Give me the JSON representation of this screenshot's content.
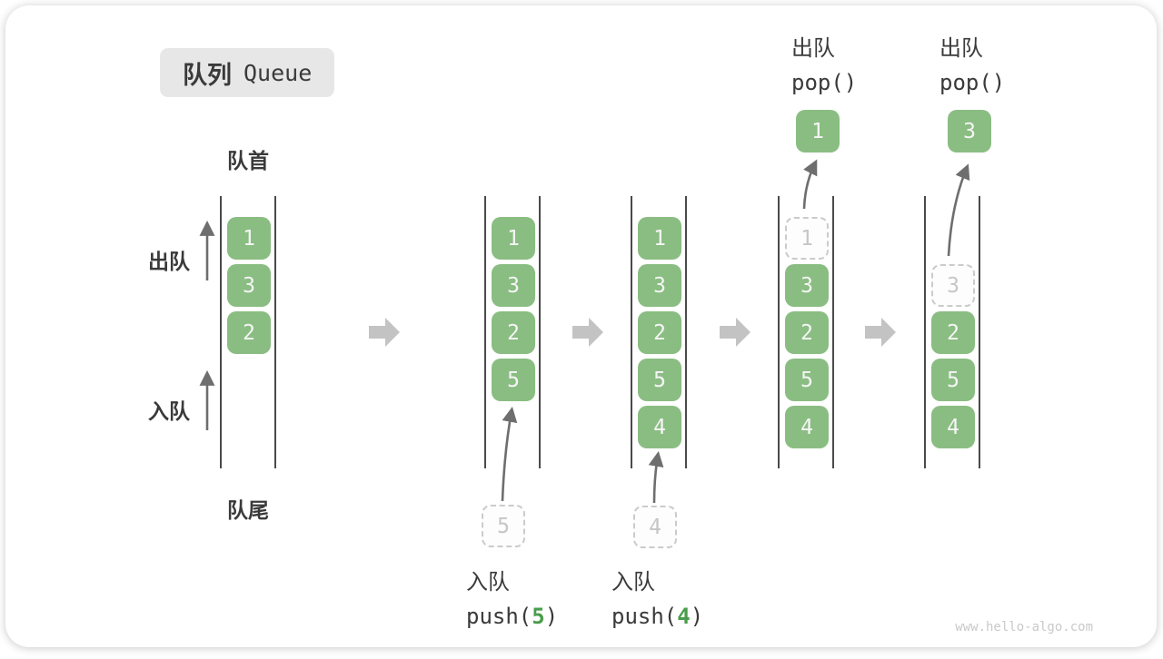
{
  "title": {
    "zh": "队列",
    "en": "Queue"
  },
  "labels": {
    "front": "队首",
    "rear": "队尾",
    "dequeue_side": "出队",
    "enqueue_side": "入队"
  },
  "columns": [
    {
      "boxes": [
        {
          "value": "1"
        },
        {
          "value": "3"
        },
        {
          "value": "2"
        }
      ]
    },
    {
      "boxes": [
        {
          "value": "1"
        },
        {
          "value": "3"
        },
        {
          "value": "2"
        },
        {
          "value": "5"
        }
      ]
    },
    {
      "boxes": [
        {
          "value": "1"
        },
        {
          "value": "3"
        },
        {
          "value": "2"
        },
        {
          "value": "5"
        },
        {
          "value": "4"
        }
      ]
    },
    {
      "boxes": [
        {
          "value": "1",
          "dashed": true
        },
        {
          "value": "3"
        },
        {
          "value": "2"
        },
        {
          "value": "5"
        },
        {
          "value": "4"
        }
      ]
    },
    {
      "boxes": [
        {
          "value": "3",
          "dashed": true
        },
        {
          "value": "2"
        },
        {
          "value": "5"
        },
        {
          "value": "4"
        }
      ]
    }
  ],
  "annotations": {
    "push5": {
      "action": "入队",
      "code_pre": "push(",
      "arg": "5",
      "code_post": ")",
      "staged_value": "5"
    },
    "push4": {
      "action": "入队",
      "code_pre": "push(",
      "arg": "4",
      "code_post": ")",
      "staged_value": "4"
    },
    "pop_first": {
      "action": "出队",
      "code": "pop()",
      "value": "1"
    },
    "pop_second": {
      "action": "出队",
      "code": "pop()",
      "value": "3"
    }
  },
  "colors": {
    "item_green": "#8abd82",
    "item_text": "#f5f5f5",
    "accent_green": "#4a9d4a",
    "step_arrow_gray": "#c3c3c3",
    "thin_arrow_gray": "#6e6e6e",
    "channel_line": "#4a4a4a",
    "dashed_border": "#cbcbcb",
    "badge_bg": "#e7e7e7",
    "text_dark": "#3a3a3a",
    "watermark_gray": "#c9c9c9"
  },
  "watermark": "www.hello-algo.com"
}
